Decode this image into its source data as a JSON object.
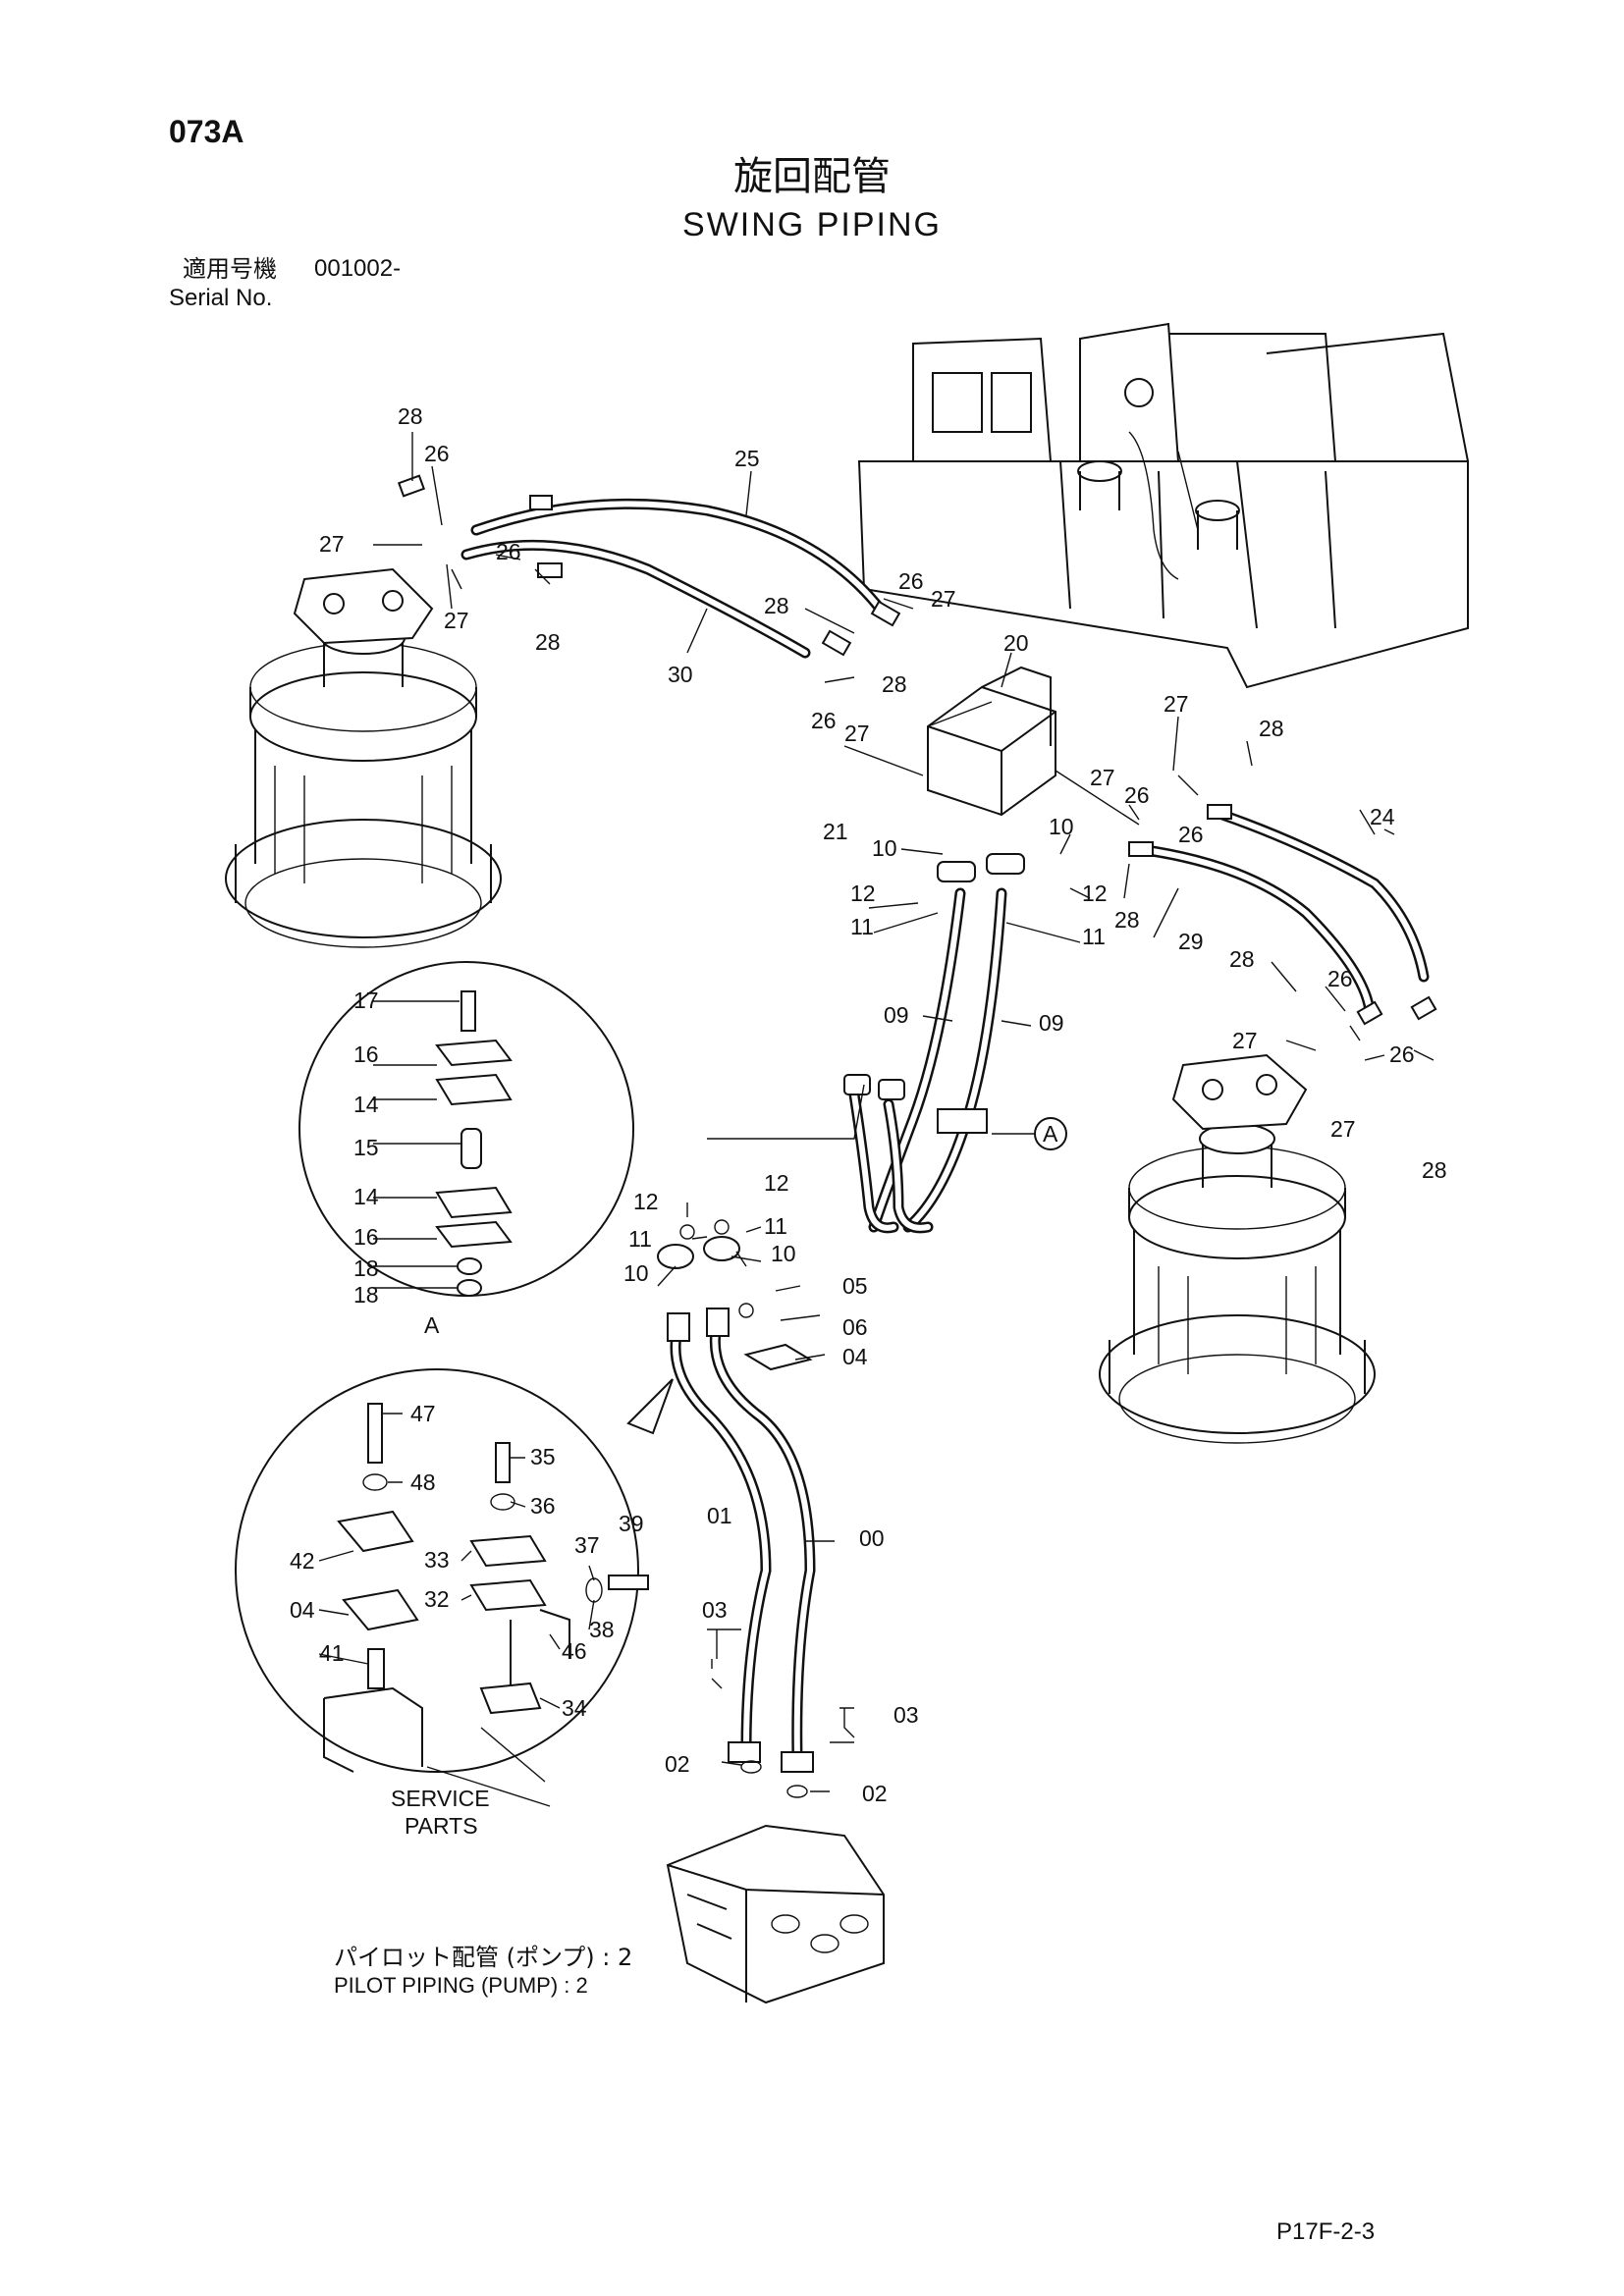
{
  "header": {
    "page_code": "073A",
    "title_jp": "旋回配管",
    "title_en": "SWING PIPING",
    "serial_label_jp": "適用号機",
    "serial_value": "001002-",
    "serial_label_en": "Serial No."
  },
  "detail_labels": {
    "detail_a": "A",
    "callout_a": "A",
    "service_parts_line1": "SERVICE",
    "service_parts_line2": "PARTS"
  },
  "reference": {
    "pilot_piping_jp": "パイロット配管 (ポンプ) : 2",
    "pilot_piping_en": "PILOT PIPING (PUMP) : 2"
  },
  "footer": {
    "page_ref": "P17F-2-3"
  },
  "part_callouts": {
    "c28a": "28",
    "c26a": "26",
    "c27a": "27",
    "c26b": "26",
    "c27b": "27",
    "c28b": "28",
    "c25": "25",
    "c30": "30",
    "c28c": "28",
    "c26c": "26",
    "c27c": "27",
    "c28d": "28",
    "c26d": "26",
    "c27d": "27",
    "c20": "20",
    "c21": "21",
    "c27e": "27",
    "c28e": "28",
    "c27f": "27",
    "c26e": "26",
    "c26f": "26",
    "c24": "24",
    "c10a": "10",
    "c10b": "10",
    "c12a": "12",
    "c12b": "12",
    "c11a": "11",
    "c11b": "11",
    "c28f": "28",
    "c29": "29",
    "c28g": "28",
    "c26g": "26",
    "c27g": "27",
    "c26h": "26",
    "c27h": "27",
    "c28h": "28",
    "c09a": "09",
    "c09b": "09",
    "c17": "17",
    "c16a": "16",
    "c14a": "14",
    "c15": "15",
    "c14b": "14",
    "c16b": "16",
    "c18a": "18",
    "c18b": "18",
    "c12c": "12",
    "c12d": "12",
    "c11c": "11",
    "c11d": "11",
    "c10c": "10",
    "c10d": "10",
    "c05": "05",
    "c06": "06",
    "c04a": "04",
    "c47": "47",
    "c48": "48",
    "c35": "35",
    "c36": "36",
    "c39": "39",
    "c37": "37",
    "c42": "42",
    "c33": "33",
    "c04b": "04",
    "c32": "32",
    "c38": "38",
    "c41": "41",
    "c46": "46",
    "c34": "34",
    "c01": "01",
    "c00": "00",
    "c03a": "03",
    "c03b": "03",
    "c02a": "02",
    "c02b": "02"
  },
  "icons": {
    "swing_motor_left": "swing-motor-icon",
    "swing_motor_right": "swing-motor-icon",
    "upper_structure": "excavator-frame-icon",
    "control_valve": "control-valve-icon"
  }
}
